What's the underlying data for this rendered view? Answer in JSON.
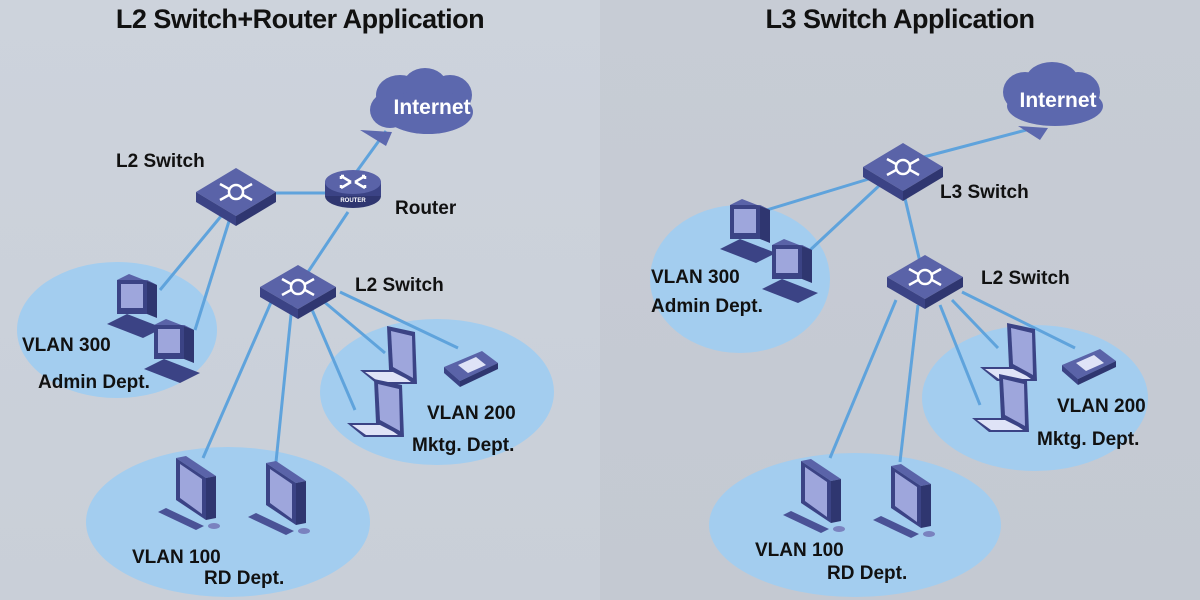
{
  "colors": {
    "background_left": "#cdd3dc",
    "background_right": "#c6cbd4",
    "vlan_bubble": "#a3cdef",
    "link_line": "#5fa3dc",
    "device_dark": "#3b4385",
    "device_top": "#5a63a8",
    "screen": "#9ea6dc",
    "cloud": "#5c68ae"
  },
  "icons": {
    "switch": "network-switch-icon",
    "router": "router-icon",
    "cloud": "internet-cloud-icon",
    "desktop_crt": "crt-computer-icon",
    "desktop_lcd": "lcd-desktop-icon",
    "laptop": "laptop-icon",
    "phone": "ip-phone-icon"
  },
  "left": {
    "title": "L2 Switch+Router Application",
    "internet_label": "Internet",
    "router_label": "Router",
    "router_badge": "ROUTER",
    "top_switch_label": "L2 Switch",
    "mid_switch_label": "L2 Switch",
    "vlans": [
      {
        "vlan": "VLAN 300",
        "dept": "Admin Dept."
      },
      {
        "vlan": "VLAN 200",
        "dept": "Mktg. Dept."
      },
      {
        "vlan": "VLAN 100",
        "dept": "RD Dept."
      }
    ]
  },
  "right": {
    "title": "L3 Switch Application",
    "internet_label": "Internet",
    "core_switch_label": "L3 Switch",
    "access_switch_label": "L2 Switch",
    "vlans": [
      {
        "vlan": "VLAN 300",
        "dept": "Admin Dept."
      },
      {
        "vlan": "VLAN 200",
        "dept": "Mktg. Dept."
      },
      {
        "vlan": "VLAN 100",
        "dept": "RD Dept."
      }
    ]
  }
}
